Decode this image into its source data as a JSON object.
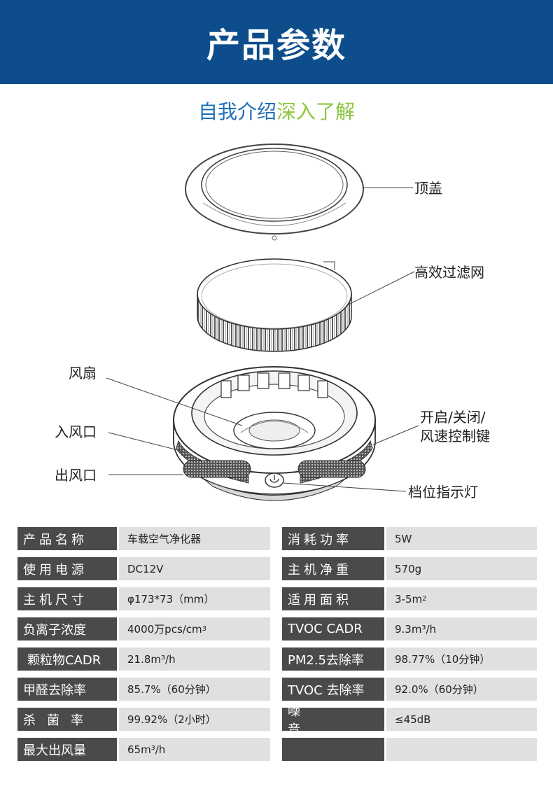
{
  "banner": {
    "title": "产品参数"
  },
  "subtitle": {
    "part_a": "自我介绍",
    "part_b": "深入了解"
  },
  "callouts": {
    "top_cover": "顶盖",
    "filter": "高效过滤网",
    "fan": "风扇",
    "air_inlet": "入风口",
    "air_outlet": "出风口",
    "switch_line1": "开启/关闭/",
    "switch_line2": "风速控制键",
    "indicator": "档位指示灯"
  },
  "specs": [
    {
      "l_label": "产品名称",
      "l_value": "车载空气净化器",
      "r_label": "消耗功率",
      "r_value": "5W"
    },
    {
      "l_label": "使用电源",
      "l_value": "DC12V",
      "r_label": "主机净重",
      "r_value": "570g"
    },
    {
      "l_label": "主机尺寸",
      "l_value": "φ173*73（mm）",
      "r_label": "适用面积",
      "r_value": "3-5m",
      "r_sup": "2"
    },
    {
      "l_label": "负离子浓度",
      "l_value": "4000万pcs/cm",
      "l_sup": "3",
      "r_label": "TVOC CADR",
      "r_value": "9.3m³/h"
    },
    {
      "l_label": "颗粒物CADR",
      "l_value": "21.8m³/h",
      "r_label": "PM2.5去除率",
      "r_value": "98.77%（10分钟）"
    },
    {
      "l_label": "甲醛去除率",
      "l_value": "85.7%（60分钟）",
      "r_label": "TVOC 去除率",
      "r_value": "92.0%（60分钟）"
    },
    {
      "l_label": "杀菌率",
      "l_value": "99.92%（2小时）",
      "r_label": "噪音",
      "r_value": "≤45dB"
    },
    {
      "l_label": "最大出风量",
      "l_value": "65m³/h",
      "r_label": "",
      "r_value": ""
    }
  ],
  "colors": {
    "banner_bg": "#0d4d8c",
    "subtitle_blue": "#1f6fb8",
    "subtitle_green": "#8cc63f",
    "label_bg": "#4a4a4a",
    "value_bg": "#e0e0e0"
  },
  "icons": {
    "power_button": "power-icon"
  }
}
